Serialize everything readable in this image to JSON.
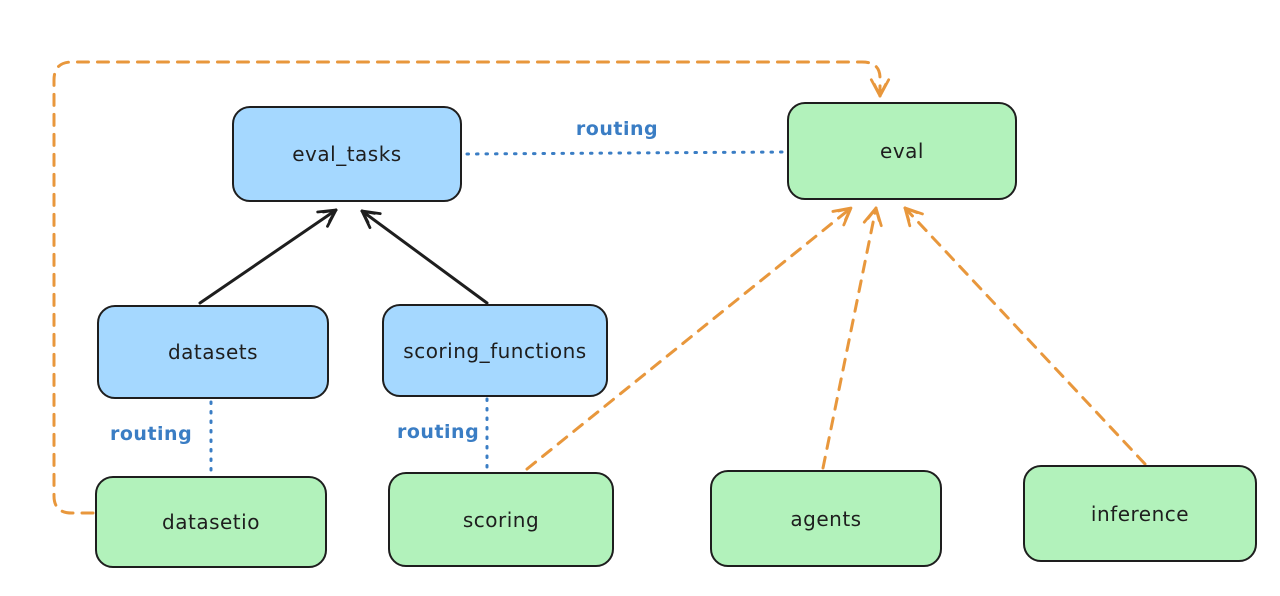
{
  "diagram": {
    "nodes": [
      {
        "id": "eval_tasks",
        "label": "eval_tasks",
        "fill": "#a5d8ff"
      },
      {
        "id": "eval",
        "label": "eval",
        "fill": "#b2f2bb"
      },
      {
        "id": "datasets",
        "label": "datasets",
        "fill": "#a5d8ff"
      },
      {
        "id": "scoring_functions",
        "label": "scoring_functions",
        "fill": "#a5d8ff"
      },
      {
        "id": "datasetio",
        "label": "datasetio",
        "fill": "#b2f2bb"
      },
      {
        "id": "scoring",
        "label": "scoring",
        "fill": "#b2f2bb"
      },
      {
        "id": "agents",
        "label": "agents",
        "fill": "#b2f2bb"
      },
      {
        "id": "inference",
        "label": "inference",
        "fill": "#b2f2bb"
      }
    ],
    "edges": [
      {
        "from": "datasets",
        "to": "eval_tasks",
        "style": "solid",
        "arrow": true,
        "color": "#1e1e1e"
      },
      {
        "from": "scoring_functions",
        "to": "eval_tasks",
        "style": "solid",
        "arrow": true,
        "color": "#1e1e1e"
      },
      {
        "from": "eval_tasks",
        "to": "eval",
        "style": "dotted",
        "arrow": false,
        "color": "#3a7dc4",
        "label": "routing"
      },
      {
        "from": "datasets",
        "to": "datasetio",
        "style": "dotted",
        "arrow": false,
        "color": "#3a7dc4",
        "label": "routing"
      },
      {
        "from": "scoring_functions",
        "to": "scoring",
        "style": "dotted",
        "arrow": false,
        "color": "#3a7dc4",
        "label": "routing"
      },
      {
        "from": "datasetio",
        "to": "eval",
        "style": "dashed",
        "arrow": true,
        "color": "#e8973c"
      },
      {
        "from": "scoring",
        "to": "eval",
        "style": "dashed",
        "arrow": true,
        "color": "#e8973c"
      },
      {
        "from": "agents",
        "to": "eval",
        "style": "dashed",
        "arrow": true,
        "color": "#e8973c"
      },
      {
        "from": "inference",
        "to": "eval",
        "style": "dashed",
        "arrow": true,
        "color": "#e8973c"
      }
    ]
  },
  "colors": {
    "background": "#ffffff",
    "node_border": "#1e1e1e",
    "blue_fill": "#a5d8ff",
    "green_fill": "#b2f2bb",
    "routing_blue": "#3a7dc4",
    "dashed_orange": "#e8973c",
    "solid_black": "#1e1e1e"
  }
}
